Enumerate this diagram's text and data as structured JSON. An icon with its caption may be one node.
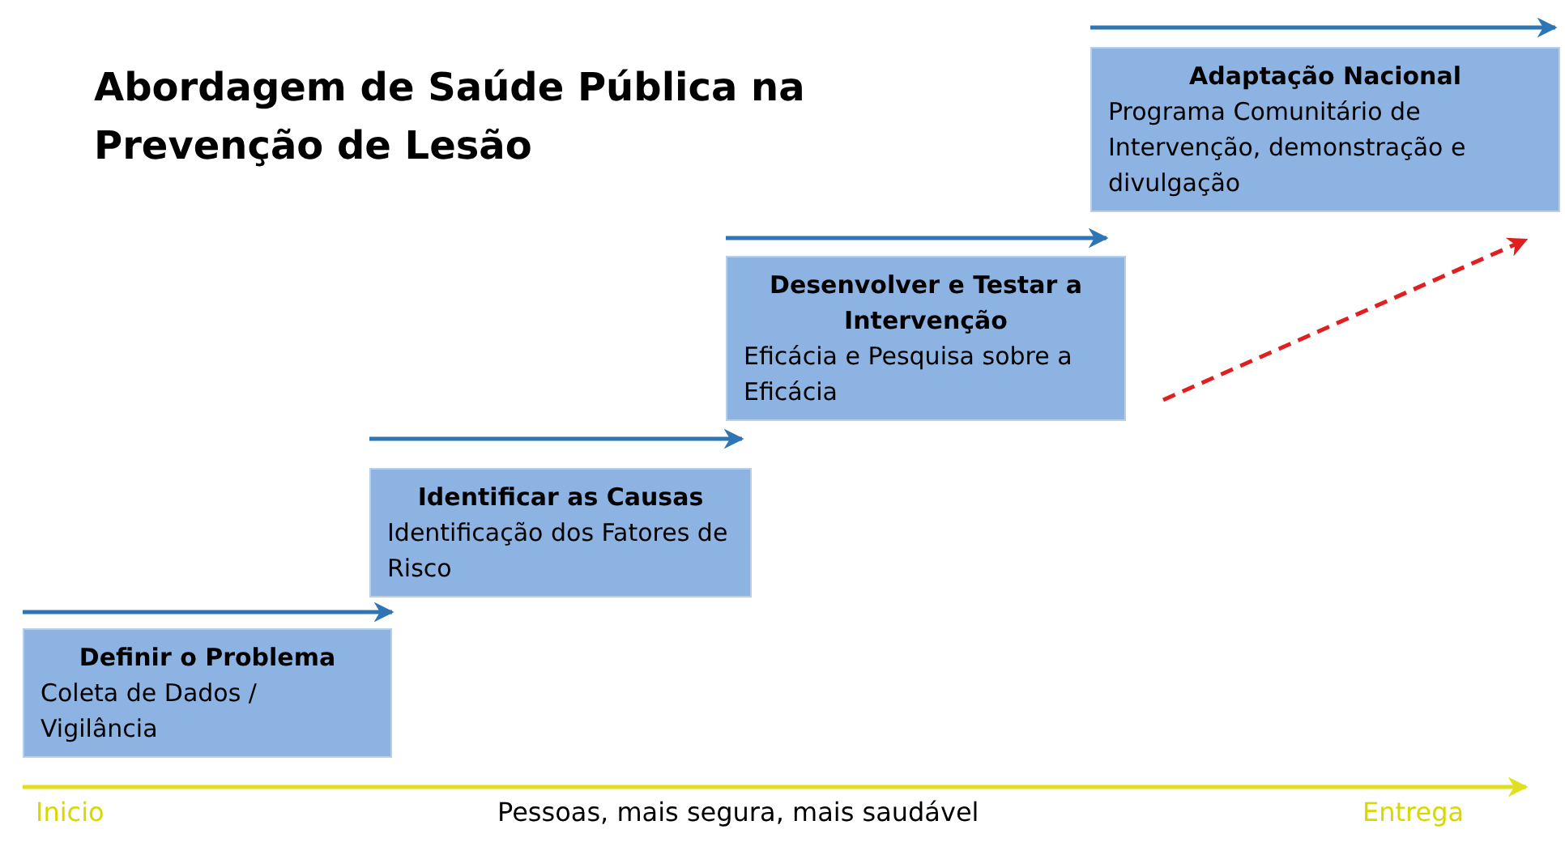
{
  "diagram": {
    "title": "Abordagem de Saúde Pública na Prevenção de Lesão",
    "nodes": [
      {
        "text": [
          "Definir o Problema",
          "Coleta de Dados / Vigilância"
        ]
      },
      {
        "text": [
          "Identificar as Causas",
          "Identificação dos Fatores de Risco"
        ]
      },
      {
        "text": [
          "Desenvolver e Testar a Intervenção",
          "Eficácia e Pesquisa sobre a Eficácia"
        ]
      },
      {
        "text": [
          "Adaptação Nacional",
          "Programa Comunitário de Intervenção, demonstração e divulgação"
        ]
      }
    ],
    "labels": [
      "Inicio",
      "Pessoas, mais segura, mais saudável",
      "Entrega"
    ]
  }
}
